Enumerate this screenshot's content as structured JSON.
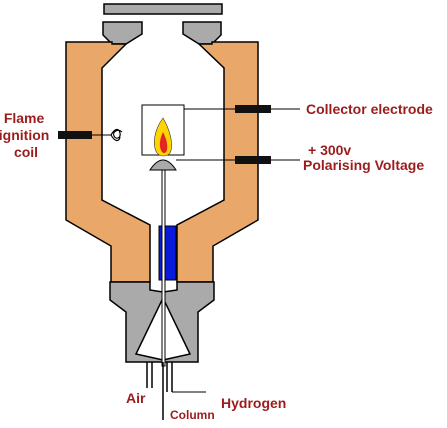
{
  "colors": {
    "housing": "#e9a86a",
    "metal": "#aaaaaa",
    "outline": "#000000",
    "insulator": "#0a1adb",
    "label_text": "#9b1c1c",
    "leader_line": "#000000",
    "flame_outer": "#ffd400",
    "flame_inner": "#e52525"
  },
  "labels": {
    "flame_ignition_coil": [
      "Flame",
      "ignition",
      "coil"
    ],
    "collector_electrode": "Collector electrode",
    "voltage_value": "+ 300v",
    "polarising_voltage": "Polarising Voltage",
    "air": "Air",
    "hydrogen": "Hydrogen",
    "column": "Column"
  },
  "icons": {
    "flame": "flame-icon",
    "ignition_coil": "coil-icon"
  }
}
